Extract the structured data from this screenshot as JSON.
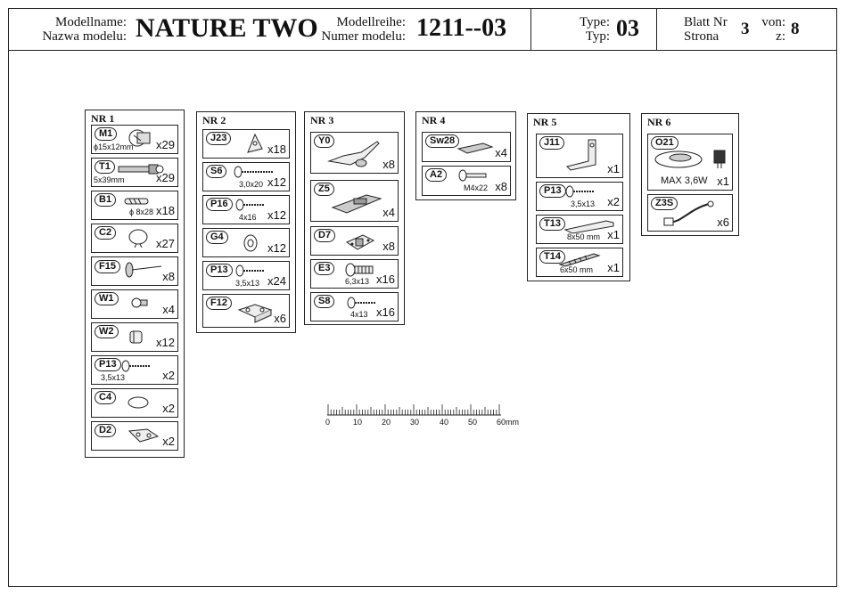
{
  "header": {
    "model_name_label_de": "Modellname:",
    "model_name_label_pl": "Nazwa modelu:",
    "model_name": "NATURE TWO",
    "series_label_de": "Modellreihe:",
    "series_label_pl": "Numer modelu:",
    "series_value": "1211--03",
    "type_label_de": "Type:",
    "type_label_pl": "Typ:",
    "type_value": "03",
    "sheet_label_de": "Blatt Nr",
    "sheet_label_pl": "Strona",
    "sheet_value": "3",
    "of_label_de": "von:",
    "of_label_pl": "z:",
    "of_value": "8"
  },
  "groups": [
    {
      "title": "NR 1",
      "items": [
        {
          "code": "M1",
          "qty": "x29",
          "size": "ϕ15x12mm",
          "icon": "cam-lock-icon"
        },
        {
          "code": "T1",
          "qty": "x29",
          "size": "5x39mm",
          "icon": "connector-bolt-icon"
        },
        {
          "code": "B1",
          "qty": "x18",
          "size": "ϕ 8x28",
          "icon": "dowel-icon"
        },
        {
          "code": "C2",
          "qty": "x27",
          "size": "",
          "icon": "cap-icon"
        },
        {
          "code": "F15",
          "qty": "x8",
          "size": "",
          "icon": "nail-icon"
        },
        {
          "code": "W1",
          "qty": "x4",
          "size": "",
          "icon": "shelf-pin-icon"
        },
        {
          "code": "W2",
          "qty": "x12",
          "size": "",
          "icon": "shelf-support-icon"
        },
        {
          "code": "P13",
          "qty": "x2",
          "size": "3,5x13",
          "icon": "screw-icon"
        },
        {
          "code": "C4",
          "qty": "x2",
          "size": "",
          "icon": "disc-cap-icon"
        },
        {
          "code": "D2",
          "qty": "x2",
          "size": "",
          "icon": "plate-bracket-icon"
        }
      ]
    },
    {
      "title": "NR 2",
      "items": [
        {
          "code": "J23",
          "qty": "x18",
          "size": "",
          "icon": "angle-bracket-icon"
        },
        {
          "code": "S6",
          "qty": "x12",
          "size": "3,0x20",
          "icon": "screw-icon"
        },
        {
          "code": "P16",
          "qty": "x12",
          "size": "4x16",
          "icon": "screw-icon"
        },
        {
          "code": "G4",
          "qty": "x12",
          "size": "",
          "icon": "washer-icon"
        },
        {
          "code": "P13",
          "qty": "x24",
          "size": "3,5x13",
          "icon": "screw-icon"
        },
        {
          "code": "F12",
          "qty": "x6",
          "size": "",
          "icon": "corner-bracket-icon"
        }
      ]
    },
    {
      "title": "NR 3",
      "items": [
        {
          "code": "Y0",
          "qty": "x8",
          "size": "",
          "icon": "hinge-icon"
        },
        {
          "code": "Z5",
          "qty": "x4",
          "size": "",
          "icon": "lock-plate-icon"
        },
        {
          "code": "D7",
          "qty": "x8",
          "size": "",
          "icon": "mounting-plate-icon"
        },
        {
          "code": "E3",
          "qty": "x16",
          "size": "6,3x13",
          "icon": "euro-screw-icon"
        },
        {
          "code": "S8",
          "qty": "x16",
          "size": "4x13",
          "icon": "screw-icon"
        }
      ]
    },
    {
      "title": "NR 4",
      "items": [
        {
          "code": "Sw28",
          "qty": "x4",
          "size": "",
          "icon": "handle-icon"
        },
        {
          "code": "A2",
          "qty": "x8",
          "size": "M4x22",
          "icon": "bolt-icon"
        }
      ]
    },
    {
      "title": "NR 5",
      "items": [
        {
          "code": "J11",
          "qty": "x1",
          "size": "",
          "icon": "wall-bracket-icon"
        },
        {
          "code": "P13",
          "qty": "x2",
          "size": "3,5x13",
          "icon": "screw-icon"
        },
        {
          "code": "T13",
          "qty": "x1",
          "size": "8x50 mm",
          "icon": "wall-plug-icon"
        },
        {
          "code": "T14",
          "qty": "x1",
          "size": "6x50 mm",
          "icon": "wood-screw-icon"
        }
      ]
    },
    {
      "title": "NR 6",
      "items": [
        {
          "code": "O21",
          "qty": "x1",
          "size": "MAX 3,6W",
          "icon": "led-light-icon"
        },
        {
          "code": "Z3S",
          "qty": "x6",
          "size": "",
          "icon": "cable-icon"
        }
      ]
    }
  ],
  "ruler": {
    "labels": [
      "0",
      "10",
      "20",
      "30",
      "40",
      "50",
      "60mm"
    ]
  }
}
